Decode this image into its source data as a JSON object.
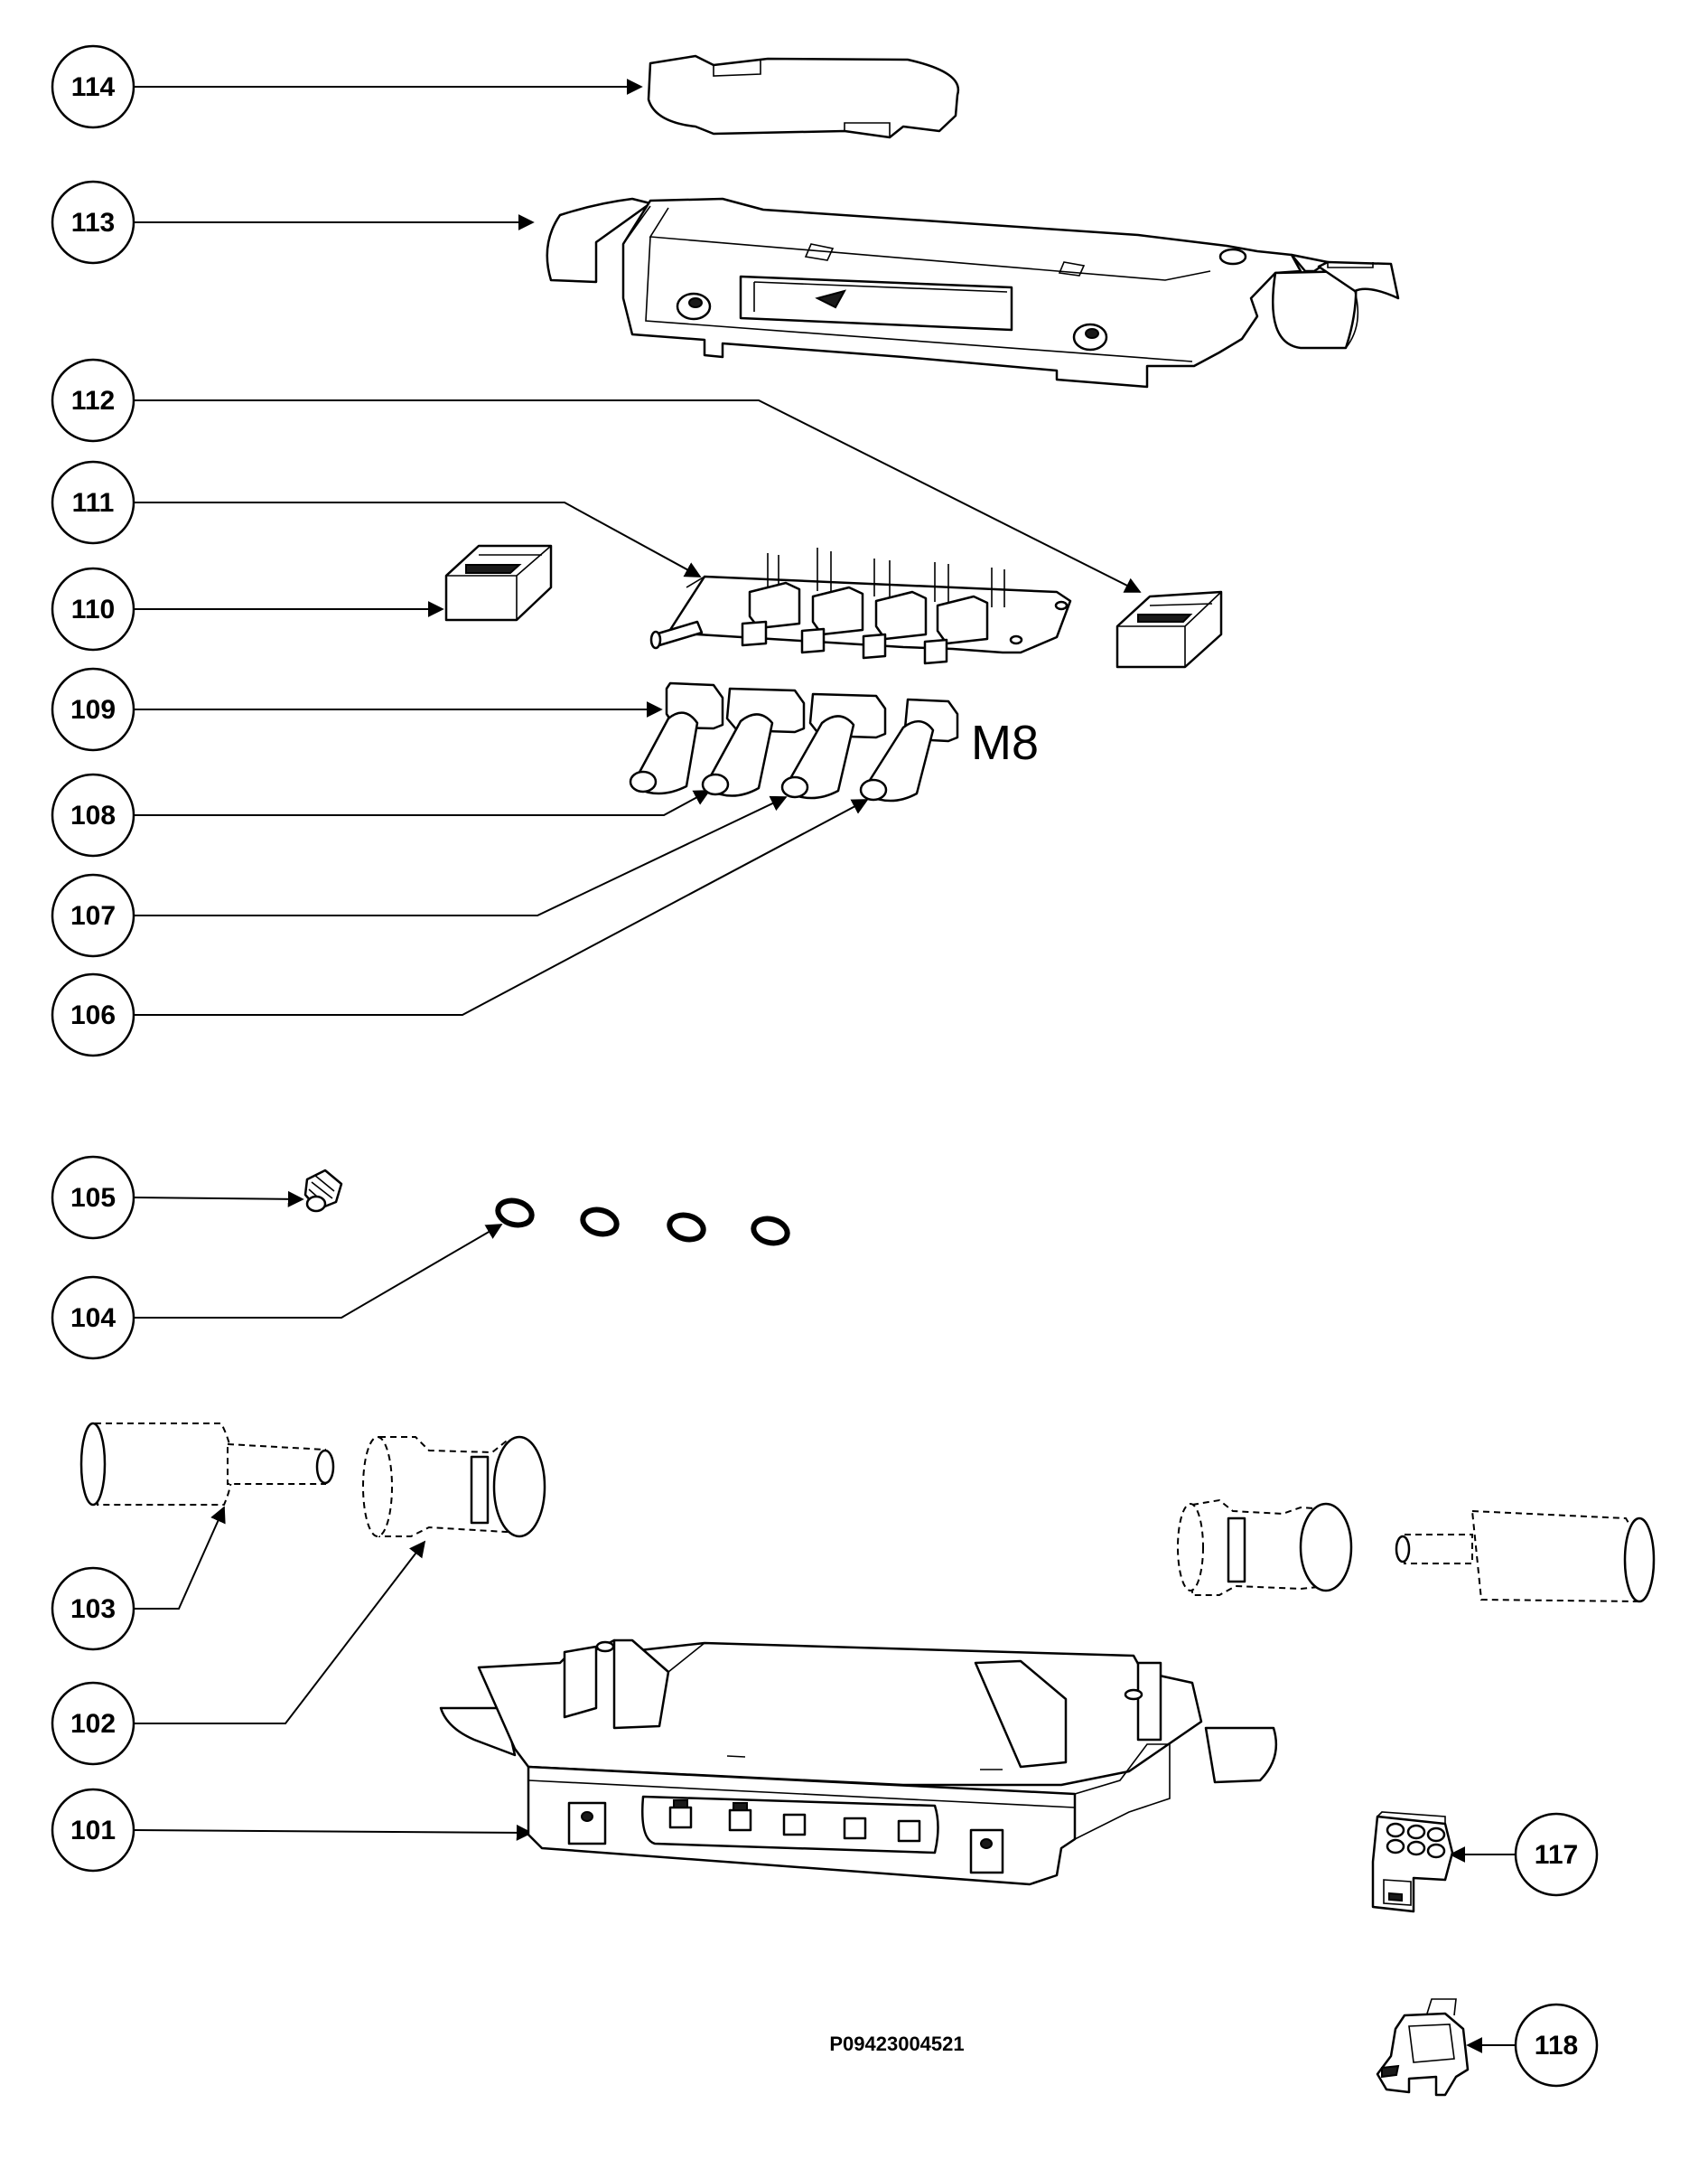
{
  "callouts": [
    {
      "id": "114",
      "label": "114"
    },
    {
      "id": "113",
      "label": "113"
    },
    {
      "id": "112",
      "label": "112"
    },
    {
      "id": "111",
      "label": "111"
    },
    {
      "id": "110",
      "label": "110"
    },
    {
      "id": "109",
      "label": "109"
    },
    {
      "id": "108",
      "label": "108"
    },
    {
      "id": "107",
      "label": "107"
    },
    {
      "id": "106",
      "label": "106"
    },
    {
      "id": "105",
      "label": "105"
    },
    {
      "id": "104",
      "label": "104"
    },
    {
      "id": "103",
      "label": "103"
    },
    {
      "id": "102",
      "label": "102"
    },
    {
      "id": "101",
      "label": "101"
    },
    {
      "id": "117",
      "label": "117"
    },
    {
      "id": "118",
      "label": "118"
    }
  ],
  "annotation": {
    "m8": "M8"
  },
  "figure_code": "P09423004521",
  "colors": {
    "line": "#000000",
    "background": "#ffffff"
  }
}
